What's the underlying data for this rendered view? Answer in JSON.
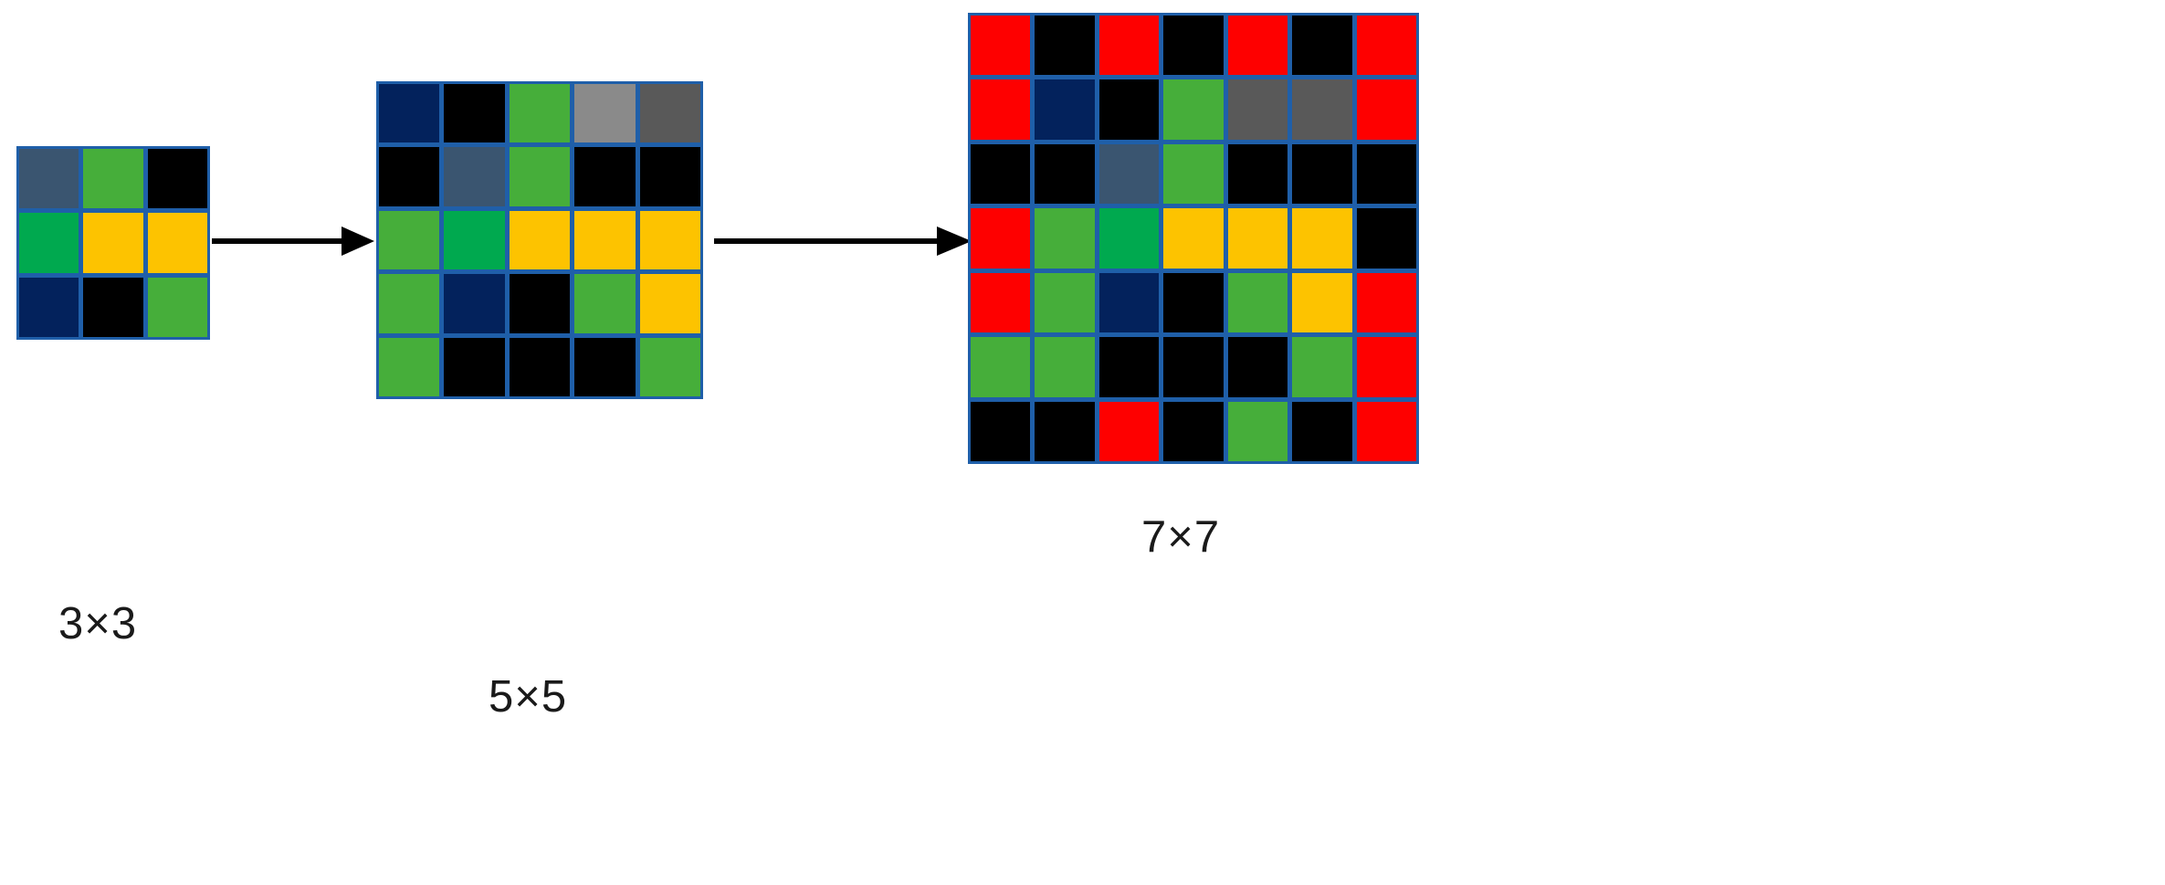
{
  "diagram": {
    "title": "Grid size progression diagram",
    "background_color": "#ffffff",
    "grid_border_color": "#1f5fa9",
    "arrow_color": "#000000",
    "caption_color": "#1a1a1a"
  },
  "palette": {
    "red": "#fe0000",
    "black": "#000000",
    "navy": "#03225c",
    "slate": "#3a5570",
    "green": "#46ae3a",
    "emerald": "#00a94f",
    "yellow": "#fdc300",
    "gray_light": "#8a8a8a",
    "gray_dark": "#595959"
  },
  "stages": [
    {
      "name": "stage-3x3",
      "label": "3×3",
      "rows": 3,
      "cols": 3,
      "cells": [
        [
          "slate",
          "green",
          "black"
        ],
        [
          "emerald",
          "yellow",
          "yellow"
        ],
        [
          "navy",
          "black",
          "green"
        ]
      ]
    },
    {
      "name": "stage-5x5",
      "label": "5×5",
      "rows": 5,
      "cols": 5,
      "cells": [
        [
          "navy",
          "black",
          "green",
          "gray_light",
          "gray_dark"
        ],
        [
          "black",
          "slate",
          "green",
          "black",
          "black"
        ],
        [
          "green",
          "emerald",
          "yellow",
          "yellow",
          "yellow"
        ],
        [
          "green",
          "navy",
          "black",
          "green",
          "yellow"
        ],
        [
          "green",
          "black",
          "black",
          "black",
          "green"
        ]
      ]
    },
    {
      "name": "stage-7x7",
      "label": "7×7",
      "rows": 7,
      "cols": 7,
      "cells": [
        [
          "red",
          "black",
          "red",
          "black",
          "red",
          "black",
          "red"
        ],
        [
          "red",
          "navy",
          "black",
          "green",
          "gray_dark",
          "gray_dark",
          "red"
        ],
        [
          "black",
          "black",
          "slate",
          "green",
          "black",
          "black",
          "black"
        ],
        [
          "red",
          "green",
          "emerald",
          "yellow",
          "yellow",
          "yellow",
          "black"
        ],
        [
          "red",
          "green",
          "navy",
          "black",
          "green",
          "yellow",
          "red"
        ],
        [
          "green",
          "green",
          "black",
          "black",
          "black",
          "green",
          "red"
        ],
        [
          "black",
          "black",
          "red",
          "black",
          "green",
          "black",
          "red"
        ]
      ]
    }
  ],
  "arrows": [
    {
      "name": "arrow-3x3-to-5x5",
      "from": "stage-3x3",
      "to": "stage-5x5"
    },
    {
      "name": "arrow-5x5-to-7x7",
      "from": "stage-5x5",
      "to": "stage-7x7"
    }
  ]
}
